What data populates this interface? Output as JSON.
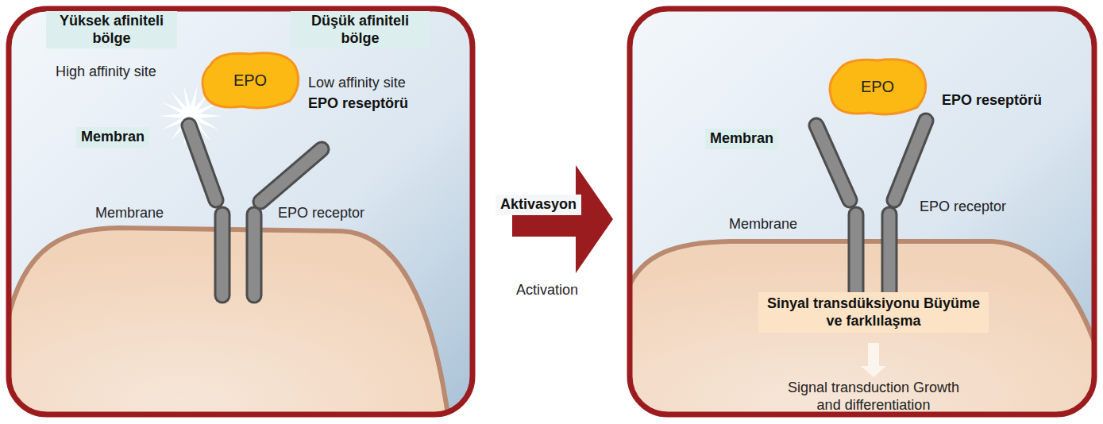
{
  "diagram": {
    "nodes": [
      {
        "text": [
          "EPO"
        ]
      },
      {
        "text": [
          "EPO"
        ]
      }
    ],
    "labels": [
      "Yüksek afiniteli bölge",
      "Düşük afiniteli bölge",
      "High affinity site",
      "Low affinity site",
      "EPO reseptörü",
      "Membran",
      "Membrane",
      "EPO receptor",
      "Aktivasyon",
      "Activation",
      "EPO reseptörü",
      "Membran",
      "EPO receptor",
      "Membrane",
      "Sinyal transdüksiyonu Büyüme ve farklılaşma",
      "Signal transduction Growth and differentiation"
    ]
  }
}
